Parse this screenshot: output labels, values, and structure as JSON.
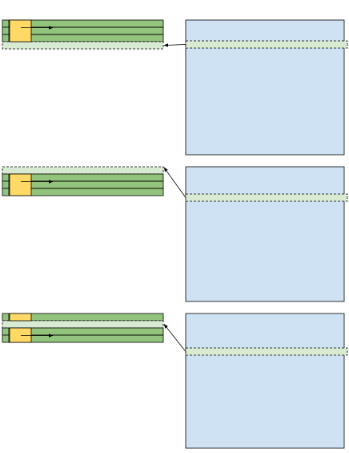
{
  "colors": {
    "background": "#ffffff",
    "matrix_fill": "#cfe2f3",
    "buffer_fill": "#93c47d",
    "cursor_fill": "#ffd966",
    "highlight_fill": "#d9ead3",
    "stroke": "#000000"
  },
  "panels": [
    {
      "buffer_rows": [
        {
          "style": "solid"
        },
        {
          "style": "solid"
        },
        {
          "style": "solid"
        },
        {
          "style": "dashed-highlight"
        }
      ],
      "cursor_spans_rows": [
        0,
        2
      ],
      "scan_arrow_rows": [
        1
      ],
      "copy_arrow_direction": "matrix-to-buffer"
    },
    {
      "buffer_rows": [
        {
          "style": "dashed-highlight"
        },
        {
          "style": "solid"
        },
        {
          "style": "solid"
        },
        {
          "style": "solid"
        }
      ],
      "cursor_spans_rows": [
        1,
        3
      ],
      "scan_arrow_rows": [
        2
      ],
      "copy_arrow_direction": "matrix-to-buffer"
    },
    {
      "buffer_rows": [
        {
          "style": "solid"
        },
        {
          "style": "dashed-highlight"
        },
        {
          "style": "solid"
        },
        {
          "style": "solid"
        }
      ],
      "cursor_spans_rows": [
        [
          0,
          0
        ],
        [
          2,
          3
        ]
      ],
      "scan_arrow_rows": [
        3
      ],
      "copy_arrow_direction": "matrix-to-buffer"
    }
  ]
}
